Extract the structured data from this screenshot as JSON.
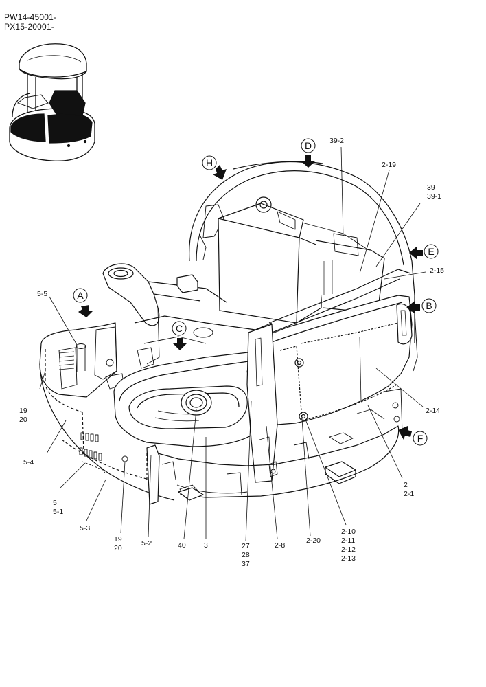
{
  "header": {
    "serial_lines": [
      "PW14-45001-",
      "PX15-20001-"
    ]
  },
  "view_arrows": [
    "A",
    "B",
    "C",
    "D",
    "E",
    "F",
    "H"
  ],
  "callouts": {
    "c39_2": [
      "39-2"
    ],
    "c2_19": [
      "2-19"
    ],
    "c39": [
      "39",
      "39-1"
    ],
    "c2_15": [
      "2-15"
    ],
    "c5_5": [
      "5-5"
    ],
    "c19_20_left": [
      "19",
      "20"
    ],
    "c2_14": [
      "2-14"
    ],
    "c5_4": [
      "5-4"
    ],
    "c2": [
      "2",
      "2-1"
    ],
    "c5": [
      "5",
      "5-1"
    ],
    "c5_3": [
      "5-3"
    ],
    "c19_20_bottom": [
      "19",
      "20"
    ],
    "c5_2": [
      "5-2"
    ],
    "c40": [
      "40"
    ],
    "c3": [
      "3"
    ],
    "c27": [
      "27",
      "28",
      "37"
    ],
    "c2_8": [
      "2-8"
    ],
    "c2_20": [
      "2-20"
    ],
    "c2_10": [
      "2-10",
      "2-11",
      "2-12",
      "2-13"
    ]
  }
}
